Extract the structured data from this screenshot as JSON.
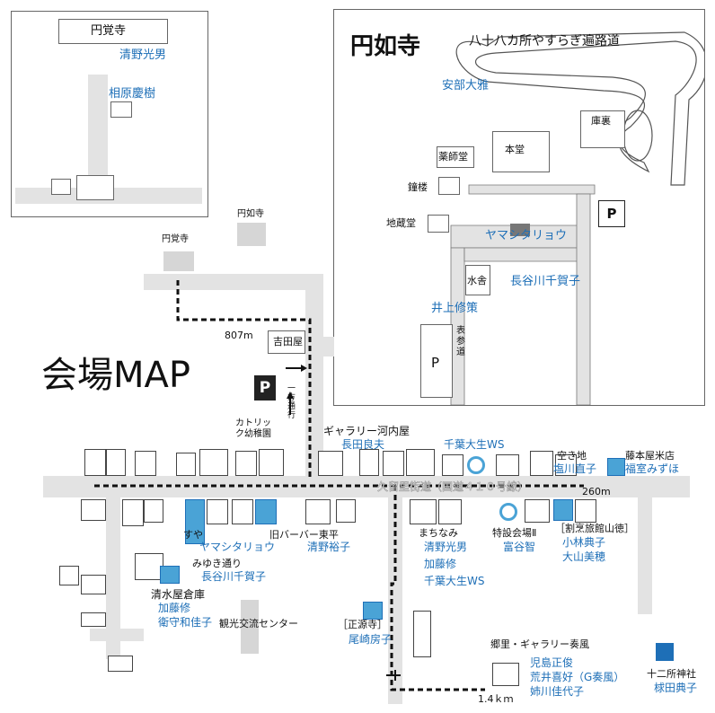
{
  "page_title": "会場MAP",
  "inset_left": {
    "temple": "円覚寺",
    "artist1": "清野光男",
    "artist2": "相原慶樹"
  },
  "inset_right": {
    "temple": "円如寺",
    "trail": "八十八カ所やすらぎ遍路道",
    "artists": {
      "abe": "安部大雅",
      "yamashita": "ヤマシタリョウ",
      "hasegawa": "長谷川千賀子",
      "inoue": "井上修策"
    },
    "buildings": {
      "storehouse": "庫裏",
      "main_hall": "本堂",
      "yakushi": "薬師堂",
      "bell": "鐘楼",
      "jizo": "地蔵堂",
      "water": "水舎",
      "approach": "表参道"
    },
    "parking": "P"
  },
  "main_map": {
    "labels": {
      "enkakuji": "円覚寺",
      "ennyoji": "円如寺",
      "distance_807": "807m",
      "yoshidaya": "吉田屋",
      "parking": "P",
      "oneway": "一方通行",
      "kindergarten": "カトリック幼稚園",
      "street_name": "久留里街道（国道４１０号線）",
      "distance_260": "260m",
      "distance_14": "1.4ｋｍ",
      "kannon_center": "観光交流センター",
      "jogenji_label": "［正源寺］",
      "sato_gallery": "郷里・ギャラリー奏風",
      "jinja": "十二所神社"
    },
    "venues": [
      {
        "name": "ギャラリー河内屋",
        "artists": [
          "長田良夫"
        ]
      },
      {
        "name": "千葉大生WS",
        "artists": []
      },
      {
        "name": "空き地",
        "artists": [
          "塩川直子"
        ]
      },
      {
        "name": "藤本屋米店",
        "artists": [
          "福室みずほ"
        ]
      },
      {
        "name": "すや",
        "artists": [
          "ヤマシタリョウ"
        ]
      },
      {
        "name": "旧バーバー東平",
        "artists": [
          "清野裕子"
        ]
      },
      {
        "name": "みゆき通り",
        "artists": [
          "長谷川千賀子"
        ]
      },
      {
        "name": "まちなみ",
        "artists": [
          "清野光男",
          "加藤修",
          "千葉大生WS"
        ]
      },
      {
        "name": "特設会場Ⅱ",
        "artists": [
          "富谷智"
        ]
      },
      {
        "name": "［割烹旅館山徳］",
        "artists": [
          "小林典子",
          "大山美穂"
        ]
      },
      {
        "name": "清水屋倉庫",
        "artists": [
          "加藤修",
          "衛守和佳子"
        ]
      },
      {
        "name": "［正源寺］",
        "artists": [
          "尾崎房子"
        ]
      },
      {
        "name": "郷里・ギャラリー奏風",
        "artists": [
          "児島正俊",
          "荒井喜好（G奏風）",
          "姉川佳代子"
        ]
      },
      {
        "name": "十二所神社",
        "artists": [
          "梂田典子"
        ]
      }
    ]
  }
}
